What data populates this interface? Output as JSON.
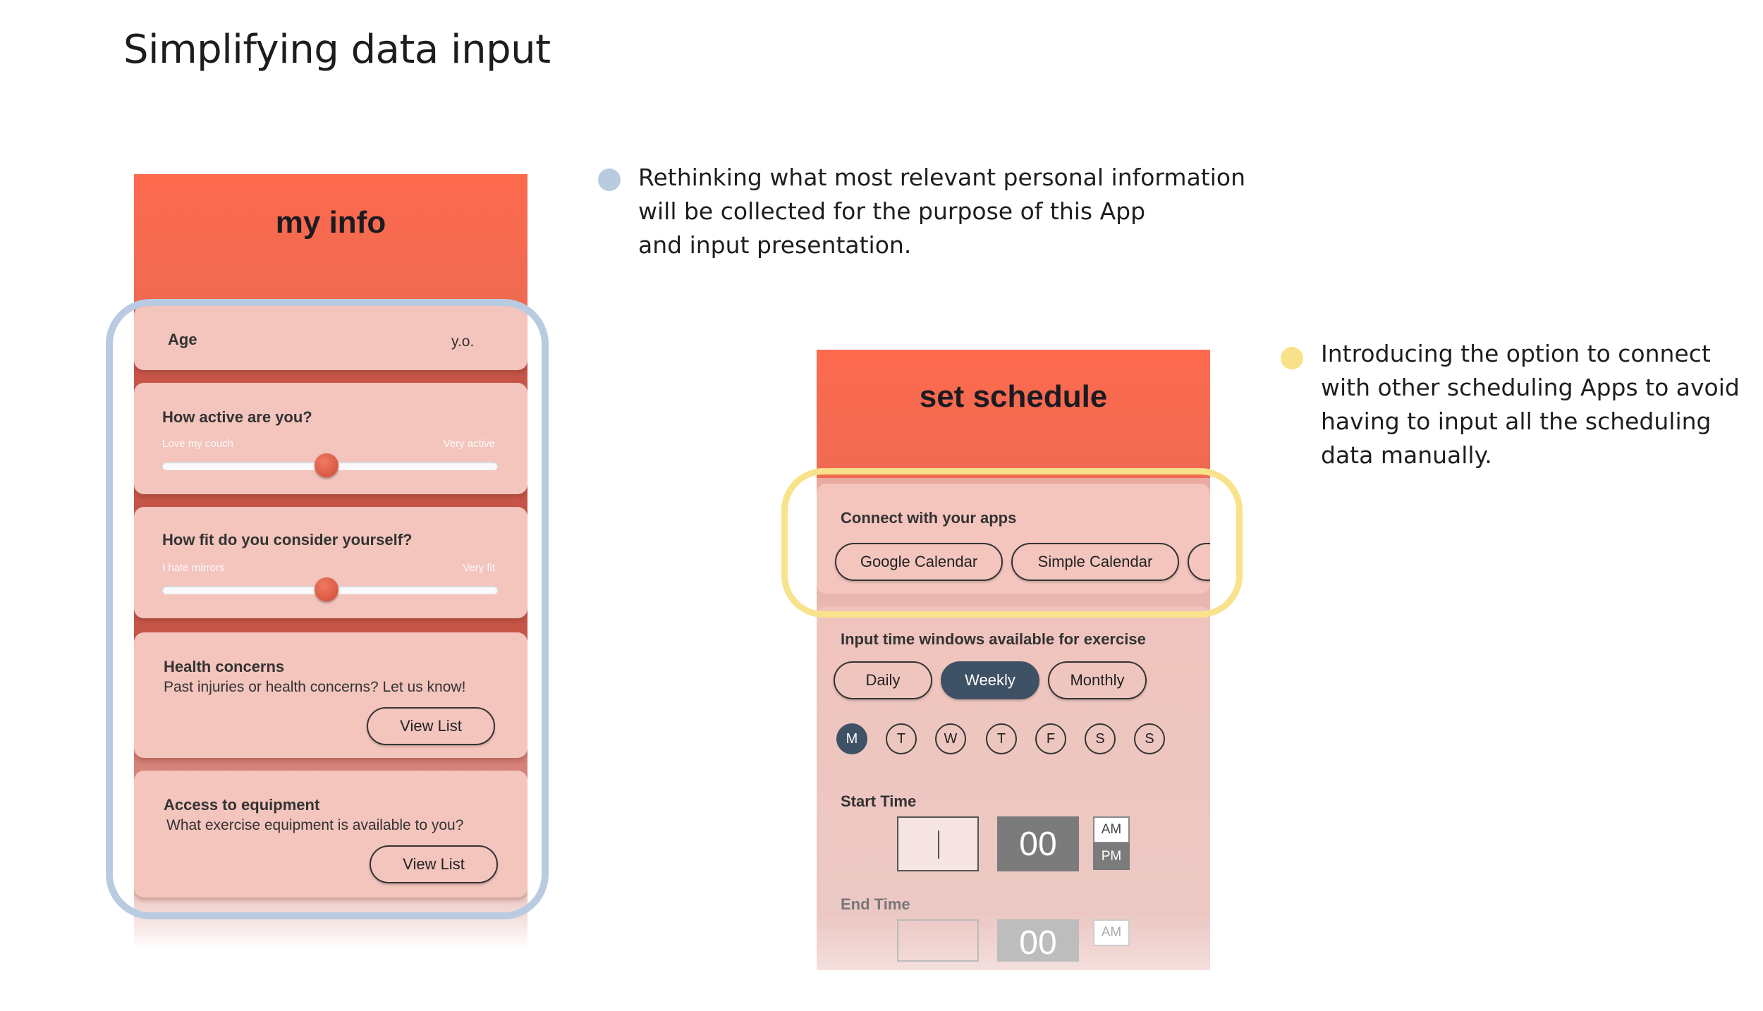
{
  "page": {
    "title": "Simplifying data input"
  },
  "notes": {
    "personal_info": [
      "Rethinking what most relevant personal information",
      "will be collected for the purpose of this App",
      "and input presentation."
    ],
    "scheduling": [
      "Introducing the option to connect",
      "with other scheduling Apps to avoid",
      "having to input all the scheduling",
      "data manually."
    ]
  },
  "my_info": {
    "title": "my info",
    "age": {
      "label": "Age",
      "unit": "y.o."
    },
    "activity": {
      "label": "How active are you?",
      "min_label": "Love my couch",
      "max_label": "Very active",
      "value": 0.5
    },
    "fitness": {
      "label": "How fit do you consider yourself?",
      "min_label": "I hate mirrors",
      "max_label": "Very fit",
      "value": 0.5
    },
    "health": {
      "label": "Health concerns",
      "description": "Past injuries or health concerns? Let us know!",
      "button": "View List"
    },
    "equipment": {
      "label": "Access to equipment",
      "description": "What exercise equipment is available to you?",
      "button": "View List"
    }
  },
  "schedule": {
    "title": "set schedule",
    "connect": {
      "label": "Connect with your apps",
      "apps": [
        "Google Calendar",
        "Simple Calendar"
      ]
    },
    "windows": {
      "label": "Input time windows available for exercise",
      "options": [
        "Daily",
        "Weekly",
        "Monthly"
      ],
      "selected": "Weekly"
    },
    "days": [
      "M",
      "T",
      "W",
      "T",
      "F",
      "S",
      "S"
    ],
    "selected_day_index": 0,
    "start_time": {
      "label": "Start Time",
      "hour": "",
      "minutes": "00",
      "am": "AM",
      "pm": "PM",
      "selected": "PM"
    },
    "end_time": {
      "label": "End Time",
      "minutes": "00",
      "am": "AM"
    }
  },
  "colors": {
    "header": "#fd6a4d",
    "card": "#f3c5bd",
    "active": "#3f5164",
    "blue_outline": "#b9cbe1",
    "yellow_outline": "#f8e28b"
  }
}
